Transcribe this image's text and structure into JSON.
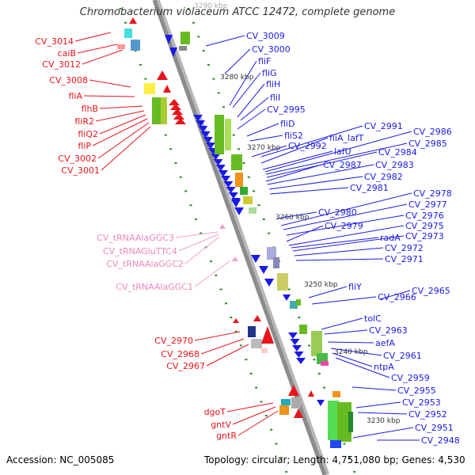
{
  "title": "Chromobacterium violaceum ATCC 12472, complete genome",
  "accession_text": "Accession: NC_005085",
  "topology_text": "Topology: circular; Length: 4,751,080 bp; Genes: 4,530",
  "colors": {
    "backbone": "#8c8c8c",
    "forward_gene": "#e8141c",
    "reverse_gene": "#1a1ae6",
    "trna": "#f0a0c8",
    "ticks": "#2a8a2a",
    "annotation_box_green": "#66bb22",
    "annotation_box_orange": "#f0921e"
  },
  "scale_labels": [
    "3290 kbp",
    "3280 kbp",
    "3270 kbp",
    "3260 kbp",
    "3250 kbp",
    "3240 kbp",
    "3230 kbp"
  ],
  "left_labels": {
    "red": [
      "CV_3014",
      "caiB",
      "CV_3012",
      "CV_3008",
      "fliA",
      "flhB",
      "fliR2",
      "fliQ2",
      "fliP",
      "CV_3002",
      "CV_3001",
      "CV_2970",
      "CV_2968",
      "CV_2967",
      "dgoT",
      "gntV",
      "gntR"
    ],
    "pink": [
      "CV_tRNAAlaGGC3",
      "CV_tRNAGluTTC4",
      "CV_tRNAAlaGGC2",
      "CV_tRNAAlaGGC1"
    ]
  },
  "right_labels": [
    "CV_3009",
    "CV_3000",
    "fliF",
    "fliG",
    "fliH",
    "fliI",
    "CV_2995",
    "fliD",
    "fliS2",
    "CV_2992",
    "fliA_lafT",
    "CV_2991",
    "lafU",
    "CV_2986",
    "CV_2985",
    "CV_2984",
    "CV_2987",
    "CV_2983",
    "CV_2982",
    "CV_2981",
    "CV_2980",
    "CV_2978",
    "CV_2977",
    "CV_2976",
    "CV_2979",
    "CV_2975",
    "radA",
    "CV_2973",
    "CV_2972",
    "CV_2971",
    "fliY",
    "CV_2966",
    "CV_2965",
    "tolC",
    "CV_2963",
    "aefA",
    "CV_2961",
    "ntpA",
    "CV_2959",
    "CV_2955",
    "CV_2953",
    "CV_2952",
    "CV_2951",
    "CV_2948"
  ]
}
